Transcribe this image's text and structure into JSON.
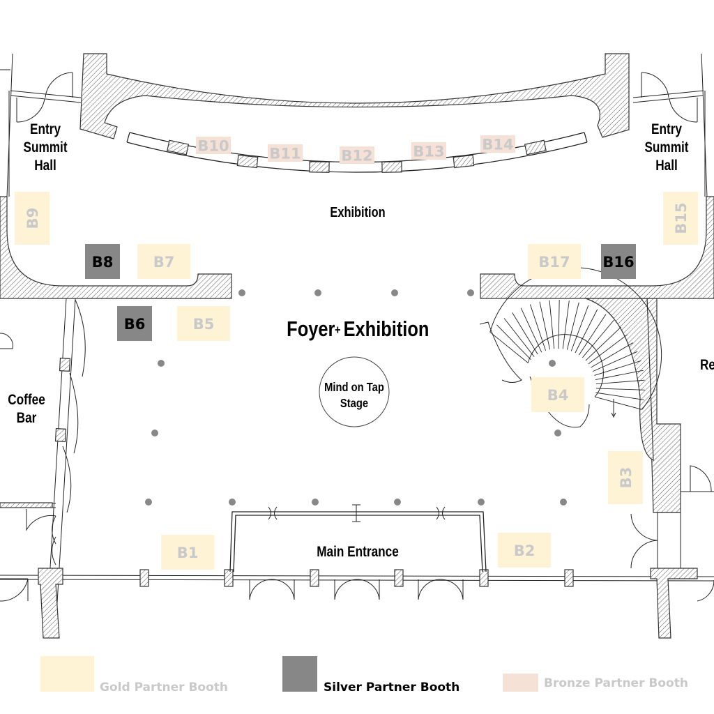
{
  "areas": {
    "entry_left": [
      "Entry",
      "Summit",
      "Hall"
    ],
    "entry_right": [
      "Entry",
      "Summit",
      "Hall"
    ],
    "exhibition": "Exhibition",
    "foyer": {
      "left": "Foyer",
      "plus": "+",
      "right": "Exhibition"
    },
    "stage": [
      "Mind on Tap",
      "Stage"
    ],
    "coffee_bar": [
      "Coffee",
      "Bar"
    ],
    "main_entrance": "Main Entrance",
    "right_room_partial": "Re"
  },
  "booths": [
    {
      "id": "B1",
      "tier": "gold"
    },
    {
      "id": "B2",
      "tier": "gold"
    },
    {
      "id": "B3",
      "tier": "gold"
    },
    {
      "id": "B4",
      "tier": "gold"
    },
    {
      "id": "B5",
      "tier": "gold"
    },
    {
      "id": "B6",
      "tier": "silver"
    },
    {
      "id": "B7",
      "tier": "gold"
    },
    {
      "id": "B8",
      "tier": "silver"
    },
    {
      "id": "B9",
      "tier": "gold"
    },
    {
      "id": "B10",
      "tier": "bronze"
    },
    {
      "id": "B11",
      "tier": "bronze"
    },
    {
      "id": "B12",
      "tier": "bronze"
    },
    {
      "id": "B13",
      "tier": "bronze"
    },
    {
      "id": "B14",
      "tier": "bronze"
    },
    {
      "id": "B15",
      "tier": "gold"
    },
    {
      "id": "B16",
      "tier": "silver"
    },
    {
      "id": "B17",
      "tier": "gold"
    }
  ],
  "legend": {
    "gold": "Gold Partner Booth",
    "silver": "Silver Partner Booth",
    "bronze": "Bronze Partner Booth"
  },
  "colors": {
    "gold": "#fff3d6",
    "silver": "#878787",
    "bronze": "#f6e1d6",
    "light_text": "#c9c9c9",
    "column": "#888888"
  }
}
